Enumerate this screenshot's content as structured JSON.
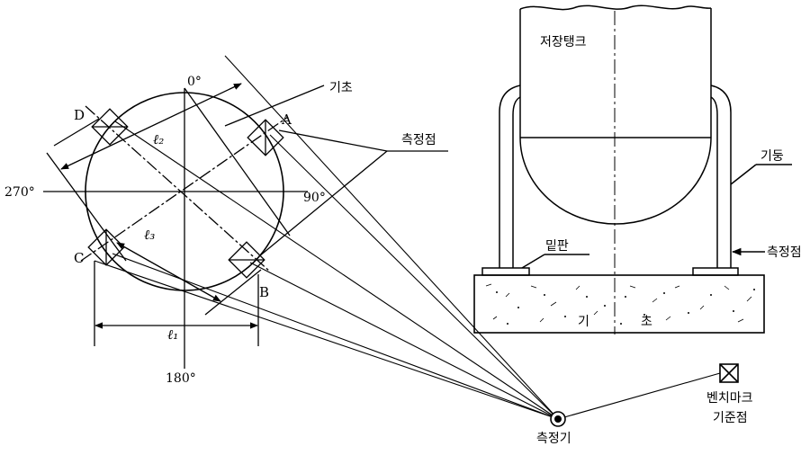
{
  "plan_view": {
    "angles": {
      "top": "0°",
      "right": "90°",
      "bottom": "180°",
      "left": "270°"
    },
    "points": {
      "a": "A",
      "b": "B",
      "c": "C",
      "d": "D"
    },
    "dimensions": {
      "l1": "ℓ₁",
      "l2": "ℓ₂",
      "l3": "ℓ₃"
    },
    "labels": {
      "foundation": "기초",
      "measuring_point": "측정점"
    }
  },
  "elevation_view": {
    "storage_tank": "저장탱크",
    "column": "기둥",
    "base_plate": "밑판",
    "measuring_point": "측정점",
    "foundation_left": "기",
    "foundation_right": "초"
  },
  "instrument": {
    "label": "측정기"
  },
  "benchmark": {
    "line1": "벤치마크",
    "line2": "기준점"
  }
}
